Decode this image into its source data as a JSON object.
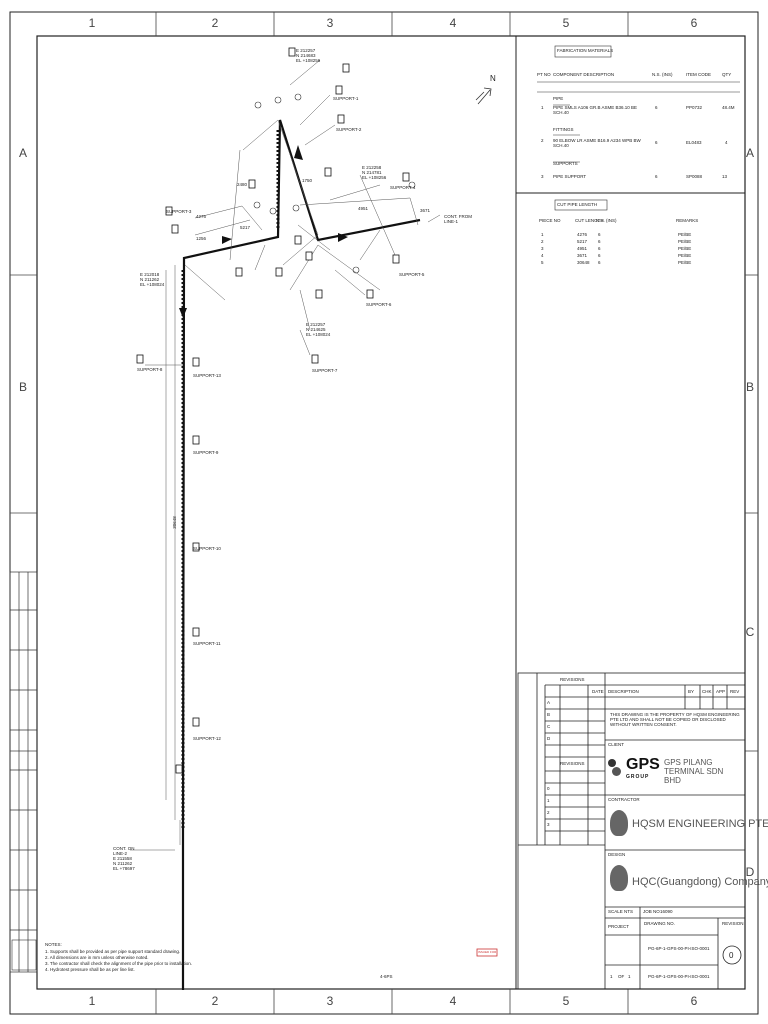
{
  "border": {
    "columns": [
      "1",
      "2",
      "3",
      "4",
      "5",
      "6"
    ],
    "rows": [
      "A",
      "B",
      "C",
      "D"
    ]
  },
  "north": {
    "label": "N"
  },
  "bom": {
    "title": "FABRICATION MATERIALS",
    "headers": [
      "PT NO",
      "COMPONENT DESCRIPTION",
      "N.S. (INS)",
      "ITEM CODE",
      "QTY"
    ],
    "sections": [
      {
        "name": "PIPE",
        "rows": [
          {
            "pt": "1",
            "desc": "PIPE SMLS A106 GR.B ASME B36.10 BE SCH.40",
            "ns": "6",
            "code": "PP0732",
            "qty": "48.4M"
          }
        ]
      },
      {
        "name": "FITTINGS",
        "rows": [
          {
            "pt": "2",
            "desc": "90 ELBOW LR ASME B16.9 A234 WPB BW SCH.40",
            "ns": "6",
            "code": "EL0483",
            "qty": "4"
          }
        ]
      },
      {
        "name": "SUPPORTS",
        "rows": [
          {
            "pt": "3",
            "desc": "PIPE SUPPORT",
            "ns": "6",
            "code": "SP0088",
            "qty": "13"
          }
        ]
      }
    ],
    "cut_title": "CUT PIPE LENGTH",
    "cut_headers": [
      "PIECE NO",
      "CUT LENGTH",
      "N.S. (INS)",
      "REMARKS"
    ],
    "cut_rows": [
      [
        "1",
        "4276",
        "6",
        "PE/BE"
      ],
      [
        "2",
        "5217",
        "6",
        "PE/BE"
      ],
      [
        "3",
        "4951",
        "6",
        "PE/BE"
      ],
      [
        "4",
        "3671",
        "6",
        "PE/BE"
      ],
      [
        "5",
        "30648",
        "6",
        "PE/BE"
      ]
    ]
  },
  "drawing": {
    "coords": [
      {
        "e": "E 212257",
        "n": "N 214683",
        "el": "EL +108256"
      },
      {
        "e": "E 212258",
        "n": "N 214781",
        "el": "EL +108256"
      },
      {
        "e": "E 212018",
        "n": "N 211262",
        "el": "EL +108024"
      },
      {
        "e": "E 212257",
        "n": "N 214625",
        "el": "EL +108024"
      },
      {
        "e": "E 211558",
        "n": "N 211262",
        "el": "EL +78697"
      }
    ],
    "supports": [
      "SUPPORT-1",
      "SUPPORT-2",
      "SUPPORT-3",
      "SUPPORT-4",
      "SUPPORT-5",
      "SUPPORT-6",
      "SUPPORT-7",
      "SUPPORT-8",
      "SUPPORT-9",
      "SUPPORT-10",
      "SUPPORT-11",
      "SUPPORT-12",
      "SUPPORT-13"
    ],
    "cont_top": "CONT. FROM",
    "cont_top_ref": "LINE-1",
    "cont_bottom": "CONT. ON",
    "cont_bottom_ref": "LINE-2",
    "dims": [
      "4276",
      "5217",
      "4951",
      "3671",
      "30648",
      "2480",
      "1256",
      "1750"
    ]
  },
  "notes": {
    "heading": "NOTES:",
    "lines": [
      "1. Supports shall be provided as per pipe support standard drawing.",
      "2. All dimensions are in mm unless otherwise noted.",
      "3. The contractor shall check the alignment of the pipe prior to installation.",
      "4. Hydrotest pressure shall be as per line list."
    ]
  },
  "sheet_label": "4-6PS",
  "stamp": "ISSUED FOR CONSTRUCTION",
  "title_block": {
    "revisions_label": "REVISIONS",
    "rev_headers": [
      "REV",
      "DATE",
      "DESCRIPTION",
      "BY",
      "CHK",
      "APP"
    ],
    "rev_rows": [
      "A",
      "B",
      "C",
      "D"
    ],
    "revisions_label2": "REVISIONS",
    "rev_rows2": [
      "0",
      "1",
      "2",
      "3"
    ],
    "disclaimer": "THIS DRAWING IS THE PROPERTY OF HQSM ENGINEERING PTE LTD AND SHALL NOT BE COPIED OR DISCLOSED WITHOUT WRITTEN CONSENT.",
    "client_label": "CLIENT",
    "client_name": "GPS PILANG TERMINAL SDN BHD",
    "client_logo": "GPS",
    "client_logo_sub": "GROUP",
    "contractor_label": "CONTRACTOR",
    "contractor_name": "HQSM ENGINEERING PTE LTD",
    "design_label": "DESIGN",
    "design_name": "HQC(Guangdong) Company",
    "scale_label": "SCALE",
    "scale_value": "NTS",
    "job_label": "JOB NO",
    "job_value": "16090",
    "project_label": "PROJECT",
    "drawing_label": "DRAWING NO.",
    "drawing_no": "PG-6P-1-GPS-00-PI-ISO-0001",
    "rev_label": "REVISION",
    "rev_value": "0",
    "sheet_a": "1",
    "sheet_of": "OF",
    "sheet_b": "1",
    "sheet_drawing_no": "PG-6P-1-GPS-00-PI-ISO-0001"
  }
}
